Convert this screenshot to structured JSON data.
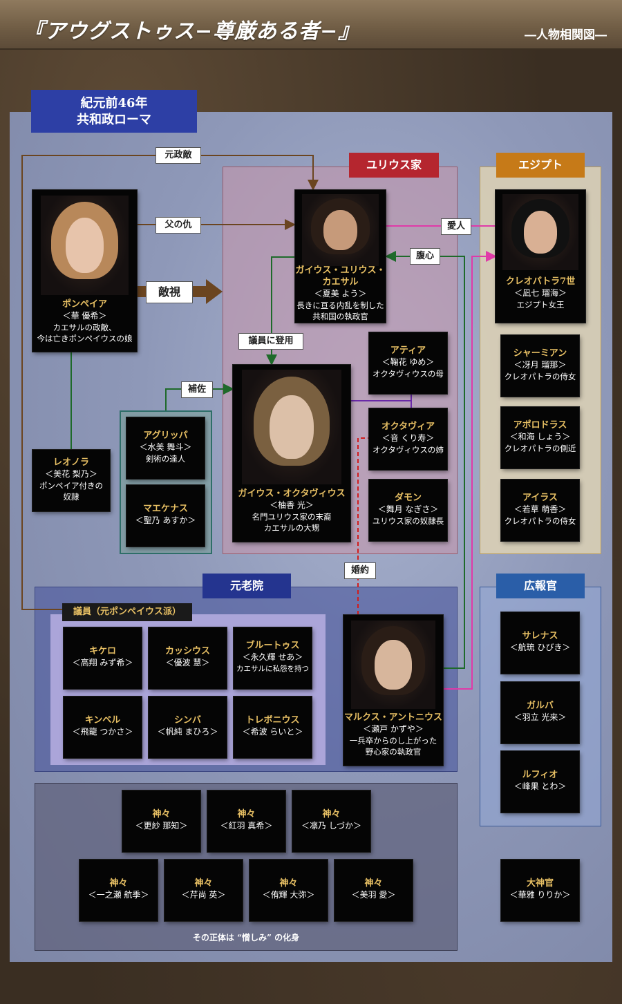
{
  "header": {
    "title": "『アウグストゥス−尊厳ある者−』",
    "subtitle": "―人物相関図―"
  },
  "era": {
    "line1": "紀元前46年",
    "line2": "共和政ローマ"
  },
  "zones": {
    "julius": "ユリウス家",
    "egypt": "エジプト",
    "senate": "元老院",
    "senators_group": "議員（元ポンペイウス派）",
    "heralds": "広報官"
  },
  "relations": {
    "former_enemy": "元政敵",
    "father_foe": "父の仇",
    "hostility": "敵視",
    "lover": "愛人",
    "confidant": "腹心",
    "appointed": "議員に登用",
    "assist": "補佐",
    "engaged": "婚約"
  },
  "characters": {
    "pompeia": {
      "name": "ポンペイア",
      "actor": "＜華 優希＞",
      "desc1": "カエサルの政敵、",
      "desc2": "今は亡きポンペイウスの娘"
    },
    "caesar": {
      "name1": "ガイウス・ユリウス・",
      "name2": "カエサル",
      "actor": "＜夏美 よう＞",
      "desc1": "長きに亘る内乱を制した",
      "desc2": "共和国の執政官"
    },
    "cleopatra": {
      "name": "クレオパトラ7世",
      "actor": "＜凪七 瑠海＞",
      "desc1": "エジプト女王"
    },
    "octavius": {
      "name": "ガイウス・オクタヴィウス",
      "actor": "＜柚香 光＞",
      "desc1": "名門ユリウス家の末裔",
      "desc2": "カエサルの大甥"
    },
    "atia": {
      "name": "アティア",
      "actor": "＜鞠花 ゆめ＞",
      "desc1": "オクタヴィウスの母"
    },
    "octavia": {
      "name": "オクタヴィア",
      "actor": "＜音 くり寿＞",
      "desc1": "オクタヴィウスの姉"
    },
    "damon": {
      "name": "ダモン",
      "actor": "＜舞月 なぎさ＞",
      "desc1": "ユリウス家の奴隷長"
    },
    "agrippa": {
      "name": "アグリッパ",
      "actor": "＜水美 舞斗＞",
      "desc1": "剣術の達人"
    },
    "maecenas": {
      "name": "マエケナス",
      "actor": "＜聖乃 あすか＞"
    },
    "leonora": {
      "name": "レオノラ",
      "actor": "＜美花 梨乃＞",
      "desc1": "ポンペイア付きの",
      "desc2": "奴隷"
    },
    "charmion": {
      "name": "シャーミアン",
      "actor": "＜冴月 瑠那＞",
      "desc1": "クレオパトラの侍女"
    },
    "apollodorus": {
      "name": "アポロドラス",
      "actor": "＜和海 しょう＞",
      "desc1": "クレオパトラの側近"
    },
    "iras": {
      "name": "アイラス",
      "actor": "＜若草 萌香＞",
      "desc1": "クレオパトラの侍女"
    },
    "cicero": {
      "name": "キケロ",
      "actor": "＜高翔 みず希＞"
    },
    "cassius": {
      "name": "カッシウス",
      "actor": "＜優波 慧＞"
    },
    "brutus": {
      "name": "ブルートゥス",
      "actor": "＜永久輝 せあ＞",
      "desc1": "カエサルに私怨を持つ"
    },
    "cimber": {
      "name": "キンベル",
      "actor": "＜飛龍 つかさ＞"
    },
    "cimba": {
      "name": "シンバ",
      "actor": "＜帆純 まひろ＞"
    },
    "trebonius": {
      "name": "トレボニウス",
      "actor": "＜希波 らいと＞"
    },
    "antonius": {
      "name": "マルクス・アントニウス",
      "actor": "＜瀬戸 かずや＞",
      "desc1": "一兵卒からのし上がった",
      "desc2": "野心家の執政官"
    },
    "salenus": {
      "name": "サレナス",
      "actor": "＜航琉 ひびき＞"
    },
    "galba": {
      "name": "ガルバ",
      "actor": "＜羽立 光来＞"
    },
    "rufio": {
      "name": "ルフィオ",
      "actor": "＜峰果 とわ＞"
    },
    "high_priest": {
      "name": "大神官",
      "actor": "＜華雅 りりか＞"
    }
  },
  "gods": [
    {
      "name": "神々",
      "actor": "＜更紗 那知＞"
    },
    {
      "name": "神々",
      "actor": "＜紅羽 真希＞"
    },
    {
      "name": "神々",
      "actor": "＜凛乃 しづか＞"
    },
    {
      "name": "神々",
      "actor": "＜一之瀬 航季＞"
    },
    {
      "name": "神々",
      "actor": "＜芹尚 英＞"
    },
    {
      "name": "神々",
      "actor": "＜侑輝 大弥＞"
    },
    {
      "name": "神々",
      "actor": "＜美羽 愛＞"
    }
  ],
  "footnote": "その正体は “憎しみ” の化身",
  "colors": {
    "julius_bg": "#c9a6b8",
    "julius_label": "#b5262f",
    "egypt_bg": "#d7cdb4",
    "egypt_label": "#c67a18",
    "senate_bg": "#5f6a9e",
    "senate_label": "#24348f",
    "senators_bg": "#aba5d9",
    "heralds_label": "#2a5ea8",
    "gods_bg": "#6d6e86",
    "name_gold": "#e8c064"
  }
}
